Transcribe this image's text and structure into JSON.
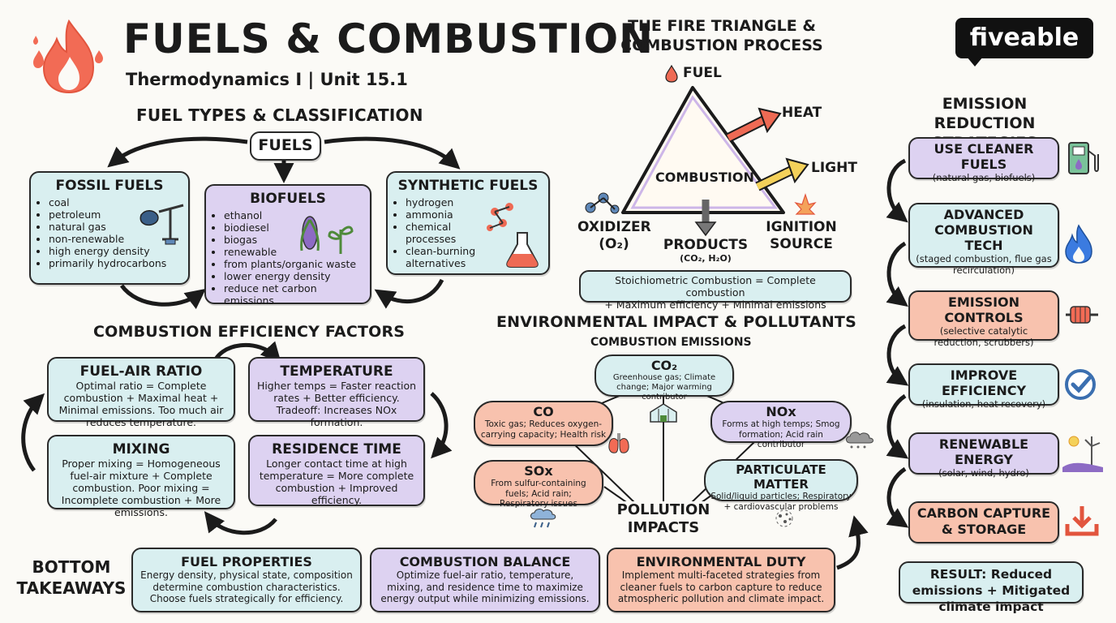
{
  "header": {
    "title": "FUELS & COMBUSTION",
    "subtitle": "Thermodynamics I | Unit 15.1",
    "logo": "fiveable"
  },
  "fuel_types": {
    "title": "FUEL TYPES & CLASSIFICATION",
    "root": "FUELS",
    "fossil": {
      "title": "FOSSIL FUELS",
      "items": [
        "coal",
        "petroleum",
        "natural gas",
        "non-renewable",
        "high energy density",
        "primarily hydrocarbons"
      ]
    },
    "bio": {
      "title": "BIOFUELS",
      "items": [
        "ethanol",
        "biodiesel",
        "biogas",
        "renewable",
        "from plants/organic waste",
        "lower energy density",
        "reduce net carbon emissions"
      ]
    },
    "synthetic": {
      "title": "SYNTHETIC FUELS",
      "items": [
        "hydrogen",
        "ammonia",
        "chemical processes",
        "clean-burning alternatives"
      ]
    }
  },
  "fire_triangle": {
    "title_line1": "THE FIRE TRIANGLE &",
    "title_line2": "COMBUSTION PROCESS",
    "fuel": "FUEL",
    "heat": "HEAT",
    "light": "LIGHT",
    "center": "COMBUSTION",
    "oxidizer": "OXIDIZER",
    "oxidizer_formula": "(O₂)",
    "products": "PRODUCTS",
    "products_formula": "(CO₂, H₂O)",
    "ignition_line1": "IGNITION",
    "ignition_line2": "SOURCE",
    "note_line1": "Stoichiometric Combustion = Complete combustion",
    "note_line2": "+ Maximum efficiency + Minimal emissions"
  },
  "efficiency": {
    "title": "COMBUSTION EFFICIENCY FACTORS",
    "fuel_air": {
      "title": "FUEL-AIR RATIO",
      "text": "Optimal ratio = Complete combustion + Maximal heat + Minimal emissions. Too much air reduces temperature."
    },
    "temperature": {
      "title": "TEMPERATURE",
      "text": "Higher temps = Faster reaction rates + Better efficiency. Tradeoff: Increases NOx formation."
    },
    "mixing": {
      "title": "MIXING",
      "text": "Proper mixing = Homogeneous fuel-air mixture + Complete combustion. Poor mixing = Incomplete combustion + More emissions."
    },
    "residence": {
      "title": "RESIDENCE TIME",
      "text": "Longer contact time at high temperature = More complete combustion + Improved efficiency."
    }
  },
  "environment": {
    "title": "ENVIRONMENTAL IMPACT & POLLUTANTS",
    "subtitle": "COMBUSTION EMISSIONS",
    "co2": {
      "title": "CO₂",
      "text": "Greenhouse gas; Climate change; Major warming contributor"
    },
    "co": {
      "title": "CO",
      "text": "Toxic gas; Reduces oxygen-carrying capacity; Health risk"
    },
    "nox": {
      "title": "NOx",
      "text": "Forms at high temps; Smog formation; Acid rain contributor"
    },
    "sox": {
      "title": "SOx",
      "text": "From sulfur-containing fuels; Acid rain; Respiratory issues"
    },
    "pm": {
      "title": "PARTICULATE MATTER",
      "text": "Solid/liquid particles; Respiratory + cardiovascular problems"
    },
    "center_line1": "POLLUTION",
    "center_line2": "IMPACTS"
  },
  "strategies": {
    "title_line1": "EMISSION REDUCTION",
    "title_line2": "STRATEGIES",
    "items": [
      {
        "title": "USE CLEANER FUELS",
        "text": "(natural gas, biofuels)"
      },
      {
        "title": "ADVANCED COMBUSTION TECH",
        "text": "(staged combustion, flue gas recirculation)"
      },
      {
        "title": "EMISSION CONTROLS",
        "text": "(selective catalytic reduction, scrubbers)"
      },
      {
        "title": "IMPROVE EFFICIENCY",
        "text": "(insulation, heat recovery)"
      },
      {
        "title": "RENEWABLE ENERGY",
        "text": "(solar, wind, hydro)"
      },
      {
        "title": "CARBON CAPTURE & STORAGE",
        "text": ""
      }
    ],
    "result": "RESULT: Reduced emissions + Mitigated climate impact"
  },
  "takeaways": {
    "label_line1": "BOTTOM",
    "label_line2": "TAKEAWAYS",
    "fuel_properties": {
      "title": "FUEL PROPERTIES",
      "text": "Energy density, physical state, composition determine combustion characteristics. Choose fuels strategically for efficiency."
    },
    "balance": {
      "title": "COMBUSTION BALANCE",
      "text": "Optimize fuel-air ratio, temperature, mixing, and residence time to maximize energy output while minimizing emissions."
    },
    "duty": {
      "title": "ENVIRONMENTAL DUTY",
      "text": "Implement multi-faceted strategies from cleaner fuels to carbon capture to reduce atmospheric pollution and climate impact."
    }
  },
  "colors": {
    "teal": "#d9eff0",
    "purple": "#ddd2f1",
    "salmon": "#f8c2ae",
    "flame": "#f26b55"
  }
}
